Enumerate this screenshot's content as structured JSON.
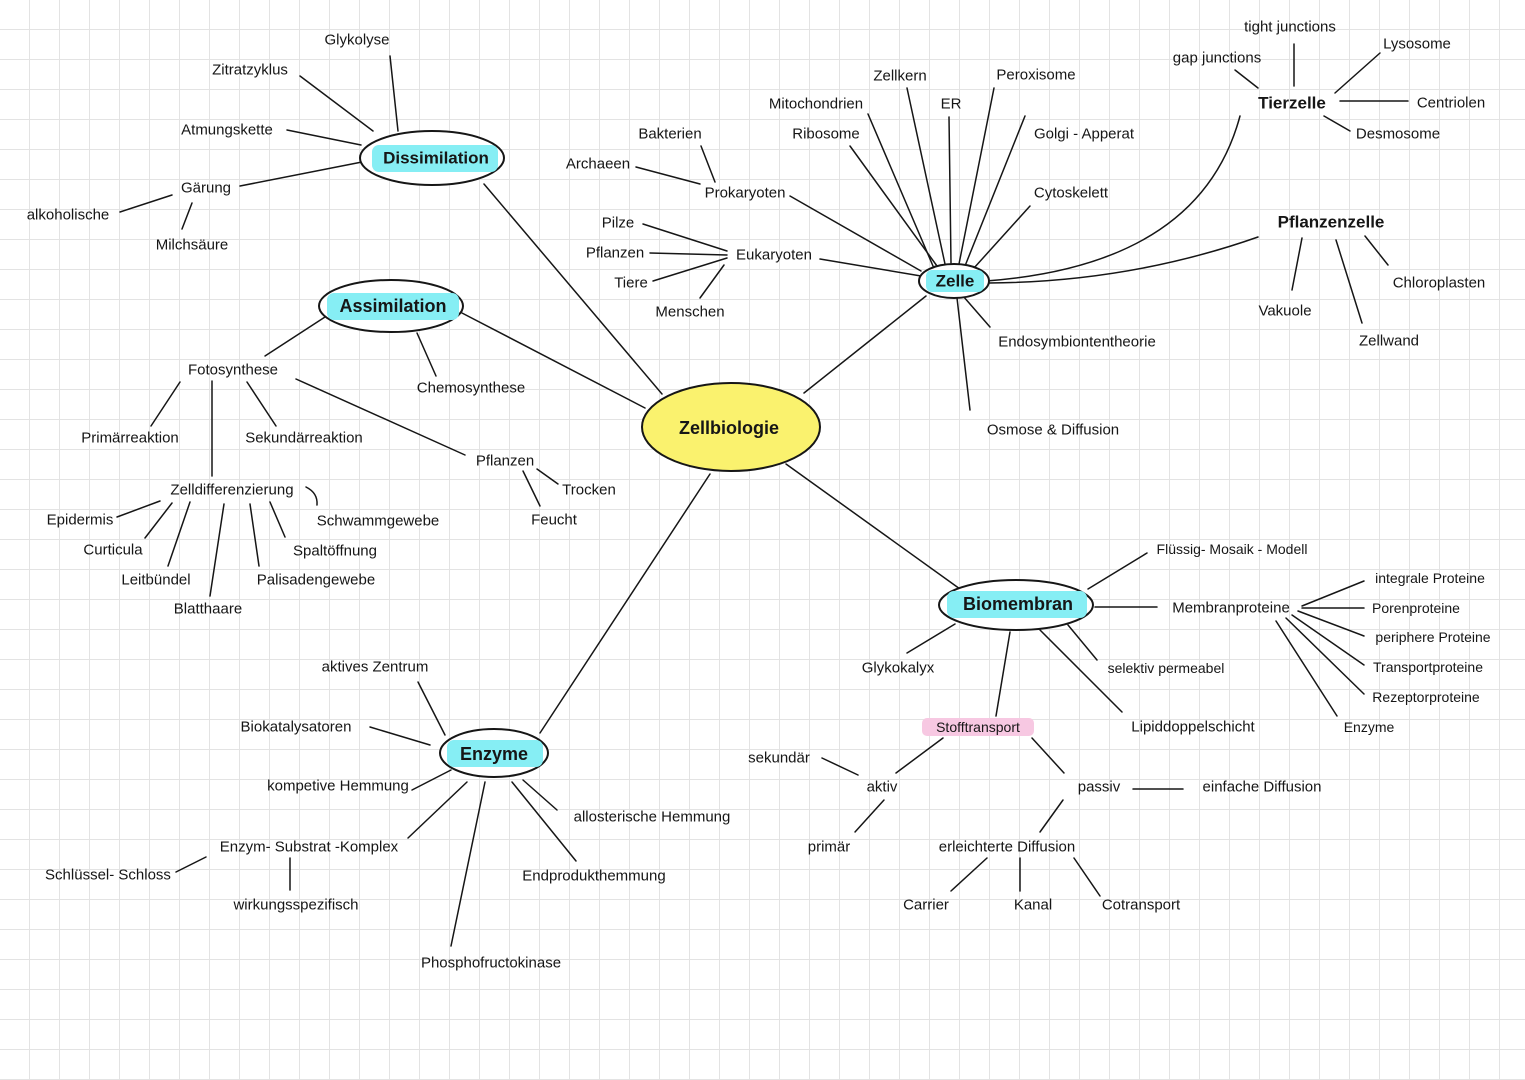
{
  "colors": {
    "ink": "#161616",
    "center_fill": "#faf26e",
    "highlight": "#86eef4",
    "stofftransport_highlight": "#f7c8e2",
    "bubble_fill": "#ffffff"
  },
  "center": {
    "label": "Zellbiologie"
  },
  "dissimilation": {
    "label": "Dissimilation",
    "items": [
      "Glykolyse",
      "Zitratzyklus",
      "Atmungskette",
      {
        "label": "Gärung",
        "items": [
          "alkoholische",
          "Milchsäure"
        ]
      }
    ]
  },
  "assimilation": {
    "label": "Assimilation",
    "items": [
      {
        "label": "Fotosynthese",
        "items": [
          "Primärreaktion",
          "Sekundärreaktion",
          {
            "label": "Pflanzen",
            "items": [
              "Trocken",
              "Feucht"
            ]
          },
          {
            "label": "Zelldifferenzierung",
            "items": [
              "Epidermis",
              "Curticula",
              "Leitbündel",
              "Blatthaare",
              "Palisadengewebe",
              "Spaltöffnung",
              "Schwammgewebe"
            ]
          }
        ]
      },
      "Chemosynthese"
    ]
  },
  "zelle": {
    "label": "Zelle",
    "items": [
      {
        "label": "Prokaryoten",
        "items": [
          "Bakterien",
          "Archaeen"
        ]
      },
      {
        "label": "Eukaryoten",
        "items": [
          "Pilze",
          "Pflanzen",
          "Tiere",
          "Menschen"
        ]
      },
      "Mitochondrien",
      "Ribosome",
      "Zellkern",
      "ER",
      "Peroxisome",
      "Golgi - Apperat",
      "Cytoskelett",
      {
        "label": "Tierzelle",
        "items": [
          "tight junctions",
          "gap junctions",
          "Lysosome",
          "Centriolen",
          "Desmosome"
        ]
      },
      {
        "label": "Pflanzenzelle",
        "items": [
          "Vakuole",
          "Zellwand",
          "Chloroplasten"
        ]
      },
      "Endosymbiontentheorie",
      "Osmose & Diffusion"
    ]
  },
  "biomembran": {
    "label": "Biomembran",
    "items": [
      "Flüssig- Mosaik - Modell",
      {
        "label": "Membranproteine",
        "items": [
          "integrale Proteine",
          "Porenproteine",
          "periphere Proteine",
          "Transportproteine",
          "Rezeptorproteine",
          "Enzyme"
        ]
      },
      "Glykokalyx",
      "selektiv permeabel",
      "Lipiddoppelschicht",
      {
        "label": "Stofftransport",
        "items": [
          {
            "label": "aktiv",
            "items": [
              "sekundär",
              "primär"
            ]
          },
          {
            "label": "passiv",
            "items": [
              "einfache Diffusion",
              {
                "label": "erleichterte Diffusion",
                "items": [
                  "Carrier",
                  "Kanal",
                  "Cotransport"
                ]
              }
            ]
          }
        ]
      }
    ]
  },
  "enzyme": {
    "label": "Enzyme",
    "items": [
      "aktives Zentrum",
      "Biokatalysatoren",
      "kompetive Hemmung",
      {
        "label": "Enzym- Substrat -Komplex",
        "items": [
          "Schlüssel- Schloss",
          "wirkungsspezifisch"
        ]
      },
      "Phosphofructokinase",
      "allosterische Hemmung",
      "Endprodukthemmung"
    ]
  }
}
